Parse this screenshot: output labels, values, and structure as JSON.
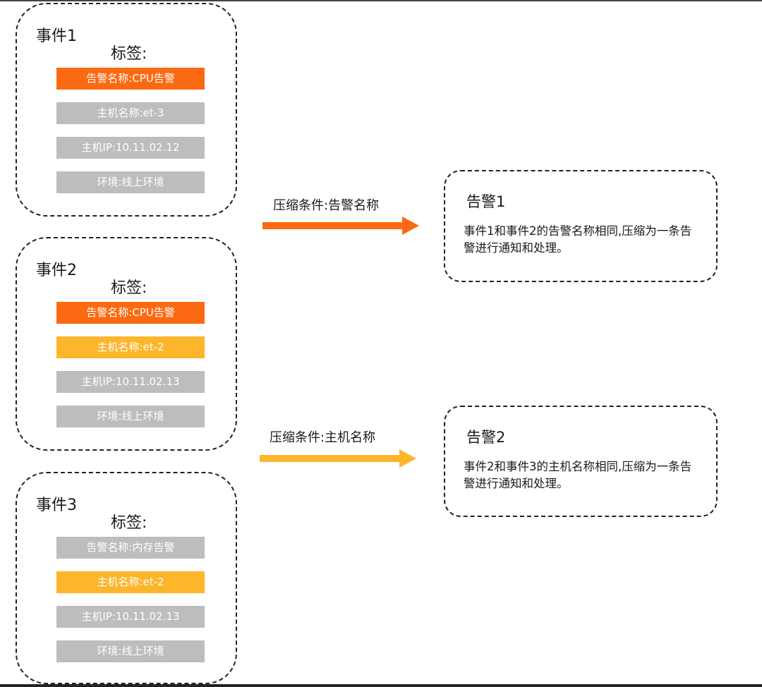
{
  "events": [
    {
      "title": "事件1",
      "tag_heading": "标签:",
      "tags": [
        {
          "text": "告警名称:CPU告警",
          "color": "#fb6a12"
        },
        {
          "text": "主机名称:et-3",
          "color": "#bdbdbd"
        },
        {
          "text": "主机IP:10.11.02.12",
          "color": "#bdbdbd"
        },
        {
          "text": "环境:线上环境",
          "color": "#bdbdbd"
        }
      ]
    },
    {
      "title": "事件2",
      "tag_heading": "标签:",
      "tags": [
        {
          "text": "告警名称:CPU告警",
          "color": "#fb6a12"
        },
        {
          "text": "主机名称:et-2",
          "color": "#fdb52b"
        },
        {
          "text": "主机IP:10.11.02.13",
          "color": "#bdbdbd"
        },
        {
          "text": "环境:线上环境",
          "color": "#bdbdbd"
        }
      ]
    },
    {
      "title": "事件3",
      "tag_heading": "标签:",
      "tags": [
        {
          "text": "告警名称:内存告警",
          "color": "#bdbdbd"
        },
        {
          "text": "主机名称:et-2",
          "color": "#fdb52b"
        },
        {
          "text": "主机IP:10.11.02.13",
          "color": "#bdbdbd"
        },
        {
          "text": "环境:线上环境",
          "color": "#bdbdbd"
        }
      ]
    }
  ],
  "arrows": [
    {
      "label": "压缩条件:告警名称",
      "color": "#fb6a12"
    },
    {
      "label": "压缩条件:主机名称",
      "color": "#fdb52b"
    }
  ],
  "alerts": [
    {
      "title": "告警1",
      "description": "事件1和事件2的告警名称相同,压缩为一条告警进行通知和处理。"
    },
    {
      "title": "告警2",
      "description": "事件2和事件3的主机名称相同,压缩为一条告警进行通知和处理。"
    }
  ]
}
